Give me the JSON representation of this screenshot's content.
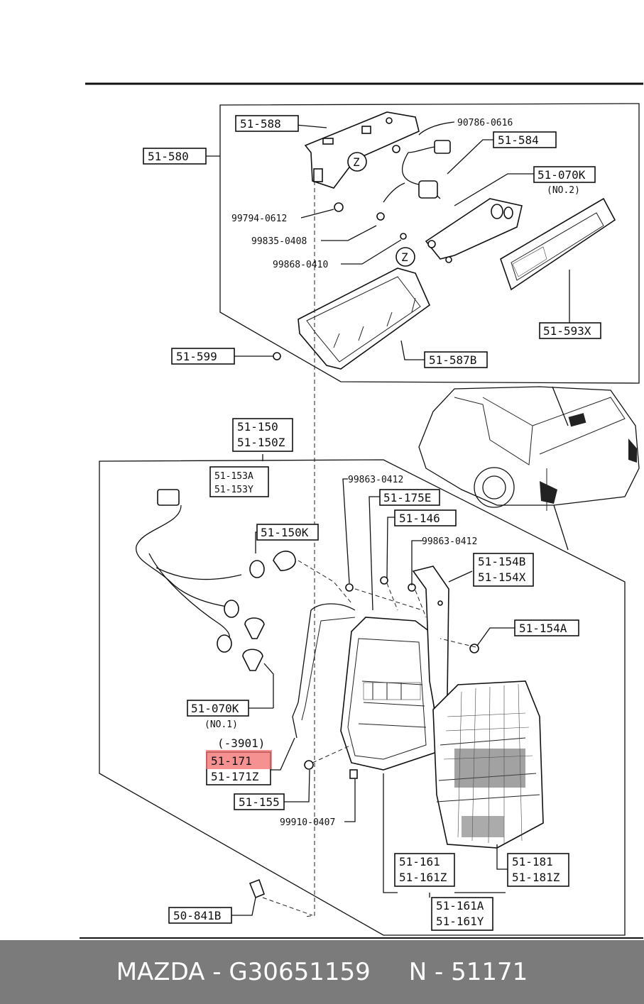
{
  "labels": {
    "p_51_588": "51-588",
    "p_90786_0616": "90786-0616",
    "p_51_584": "51-584",
    "p_51_580": "51-580",
    "p_51_070k_top": "51-070K",
    "no2": "(NO.2)",
    "p_99794_0612": "99794-0612",
    "p_99835_0408": "99835-0408",
    "p_99868_0410": "99868-0410",
    "p_51_593x": "51-593X",
    "p_51_599": "51-599",
    "p_51_587b": "51-587B",
    "zone_z": "Z",
    "p_51_150": "51-150",
    "p_51_150z": "51-150Z",
    "p_51_153a": "51-153A",
    "p_51_153y": "51-153Y",
    "p_99863_0412_a": "99863-0412",
    "p_51_175e": "51-175E",
    "p_51_146": "51-146",
    "p_99863_0412_b": "99863-0412",
    "p_51_154b": "51-154B",
    "p_51_154x": "51-154X",
    "p_51_150k": "51-150K",
    "p_51_154a": "51-154A",
    "p_51_070k_bottom": "51-070K",
    "no1": "(NO.1)",
    "serial": "(-3901)",
    "p_51_171": "51-171",
    "p_51_171z": "51-171Z",
    "p_51_155": "51-155",
    "p_99910_0407": "99910-0407",
    "p_51_161": "51-161",
    "p_51_161z": "51-161Z",
    "p_51_181": "51-181",
    "p_51_181z": "51-181Z",
    "p_51_161a": "51-161A",
    "p_51_161y": "51-161Y",
    "p_50_841b": "50-841B"
  },
  "highlight_color": "#f26c6c",
  "footer": {
    "brand": "MAZDA",
    "part_number": "G30651159",
    "ref_prefix": "N",
    "ref_number": "51171"
  }
}
